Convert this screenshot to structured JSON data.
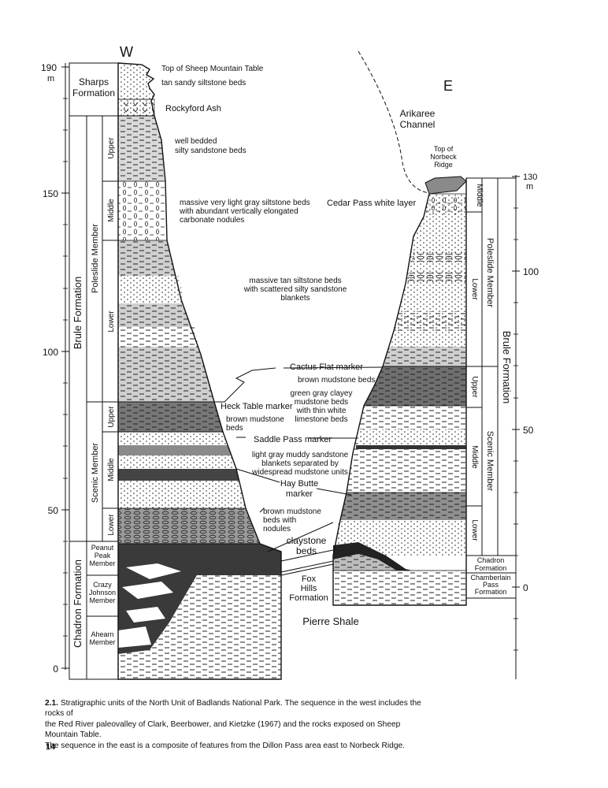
{
  "labels": {
    "west": "W",
    "east": "E",
    "unit_m": "m",
    "ticks_left": [
      "190",
      "150",
      "100",
      "50",
      "0"
    ],
    "ticks_right": [
      "130",
      "100",
      "50",
      "0"
    ],
    "formations_left": {
      "sharps": [
        "Sharps",
        "Formation"
      ],
      "brule": "Brule Formation",
      "chadron": "Chadron Formation",
      "poleslide": "Poleslide Member",
      "scenic": "Scenic Member",
      "upper": "Upper",
      "middle": "Middle",
      "lower": "Lower",
      "peanut_peak": [
        "Peanut",
        "Peak",
        "Member"
      ],
      "crazy_johnson": [
        "Crazy",
        "Johnson",
        "Member"
      ],
      "ahearn": [
        "Ahearn",
        "Member"
      ]
    },
    "formations_right": {
      "poleslide": "Poleslide Member",
      "brule": "Brule Formation",
      "scenic": "Scenic Member",
      "middle": "Middle",
      "lower": "Lower",
      "upper": "Upper",
      "chadron": [
        "Chadron",
        "Formation"
      ],
      "chamberlain": [
        "Chamberlain",
        "Pass",
        "Formation"
      ]
    },
    "annotations": {
      "top_sheep": "Top of Sheep Mountain Table",
      "tan_sandy": "tan sandy siltstone beds",
      "rockyford": "Rockyford Ash",
      "well_bedded": [
        "well bedded",
        "silty sandstone beds"
      ],
      "massive_light": [
        "massive very light gray siltstone beds",
        "with abundant vertically elongated",
        "carbonate nodules"
      ],
      "cedar_pass": "Cedar Pass white layer",
      "arikaree": [
        "Arikaree",
        "Channel"
      ],
      "top_norbeck": [
        "Top of",
        "Norbeck",
        "Ridge"
      ],
      "massive_tan": [
        "massive tan siltstone beds",
        "with scattered silty sandstone",
        "blankets"
      ],
      "cactus_flat": "Cactus Flat marker",
      "brown_mud_1": "brown mudstone beds",
      "green_gray": [
        "green gray clayey",
        "mudstone beds",
        "with thin white",
        "limestone beds"
      ],
      "heck_table": "Heck Table marker",
      "brown_mud_2": [
        "brown mudstone",
        "beds"
      ],
      "saddle_pass": "Saddle Pass marker",
      "light_gray_muddy": [
        "light gray muddy sandstone",
        "blankets separated by",
        "widespread mudstone units"
      ],
      "hay_butte": [
        "Hay Butte",
        "marker"
      ],
      "brown_nodules": [
        "brown mudstone",
        "beds with",
        "nodules"
      ],
      "claystone": [
        "claystone",
        "beds"
      ],
      "fox_hills": [
        "Fox",
        "Hills",
        "Formation"
      ],
      "pierre": "Pierre Shale"
    }
  },
  "caption": {
    "number": "2.1.",
    "lines": [
      "Stratigraphic units of the North Unit of Badlands National Park. The sequence in the west includes the rocks of",
      "the Red River paleovalley of Clark, Beerbower, and Kietzke (1967) and the rocks exposed on Sheep Mountain Table.",
      "The sequence in the east is a composite of features from the Dillon Pass area east to Norbeck Ridge."
    ]
  },
  "page_number": "14"
}
